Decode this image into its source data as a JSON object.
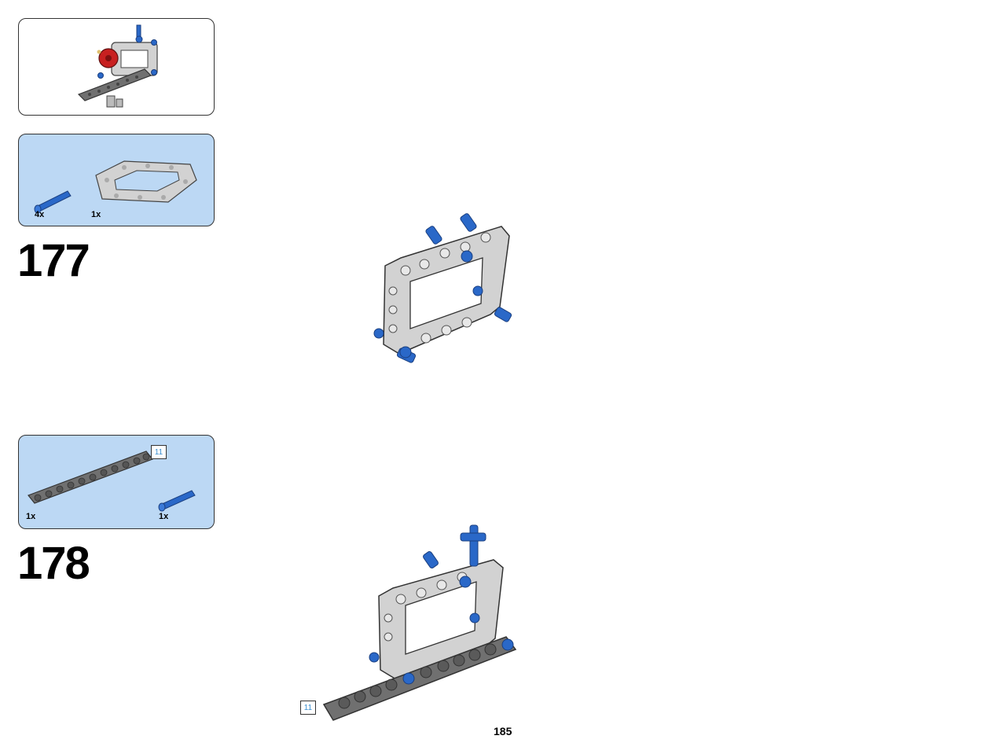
{
  "steps": [
    {
      "number": "177",
      "parts": [
        {
          "name": "blue-pin",
          "quantity": "4x"
        },
        {
          "name": "grey-frame",
          "quantity": "1x"
        }
      ]
    },
    {
      "number": "178",
      "parts": [
        {
          "name": "grey-beam",
          "quantity": "1x",
          "length": "11"
        },
        {
          "name": "blue-pin",
          "quantity": "1x"
        }
      ],
      "beam_length_badge": "11"
    }
  ],
  "page_number": "185",
  "colors": {
    "parts_bg": "#bcd8f4",
    "frame_light_grey": "#d2d2d2",
    "beam_dark_grey": "#707070",
    "pin_blue": "#2a68c8",
    "hub_red": "#c82020",
    "badge_text": "#3a8fd0"
  }
}
